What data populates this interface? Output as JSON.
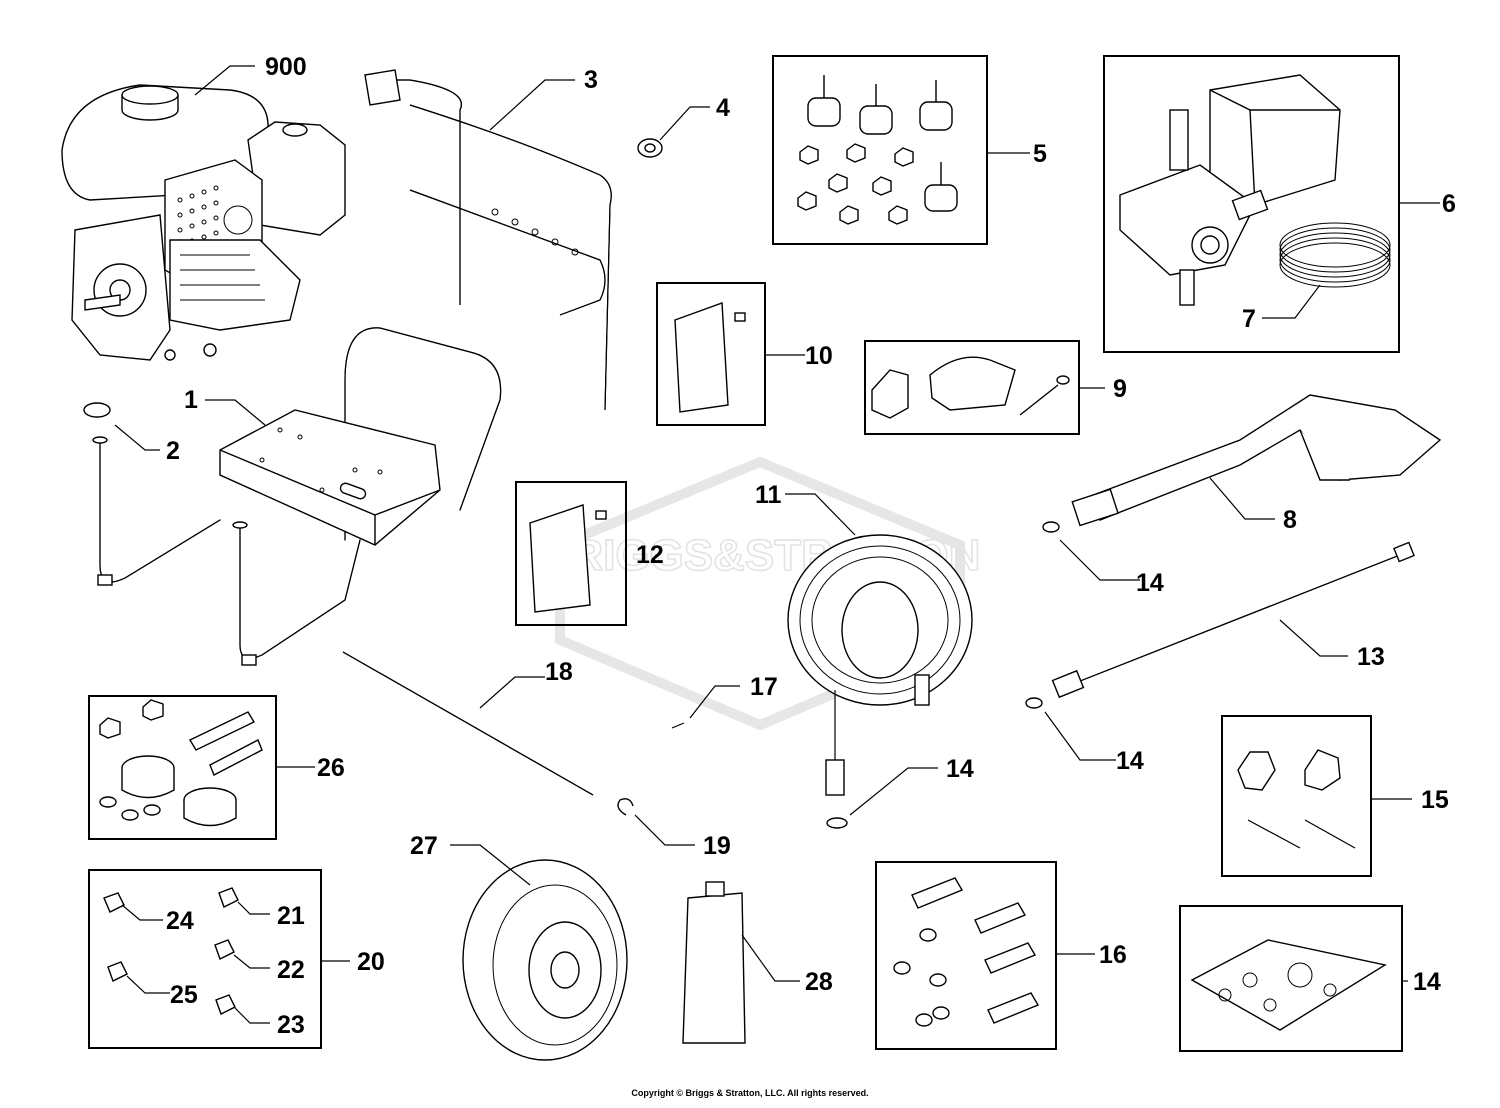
{
  "watermark": "BRIGGS&STRATTON",
  "copyright": "Copyright © Briggs & Stratton, LLC. All rights reserved.",
  "callouts": {
    "c900": "900",
    "c3": "3",
    "c4": "4",
    "c5": "5",
    "c6": "6",
    "c7": "7",
    "c10": "10",
    "c9": "9",
    "c1": "1",
    "c2": "2",
    "c8": "8",
    "c11": "11",
    "c12": "12",
    "c14a": "14",
    "c13": "13",
    "c18": "18",
    "c17": "17",
    "c14b": "14",
    "c14c": "14",
    "c26": "26",
    "c15": "15",
    "c19": "19",
    "c27": "27",
    "c20": "20",
    "c24": "24",
    "c21": "21",
    "c22": "22",
    "c25": "25",
    "c23": "23",
    "c16": "16",
    "c28": "28",
    "c14d": "14"
  },
  "colors": {
    "line": "#000000",
    "watermark": "#e3e3e3",
    "background": "#ffffff"
  }
}
